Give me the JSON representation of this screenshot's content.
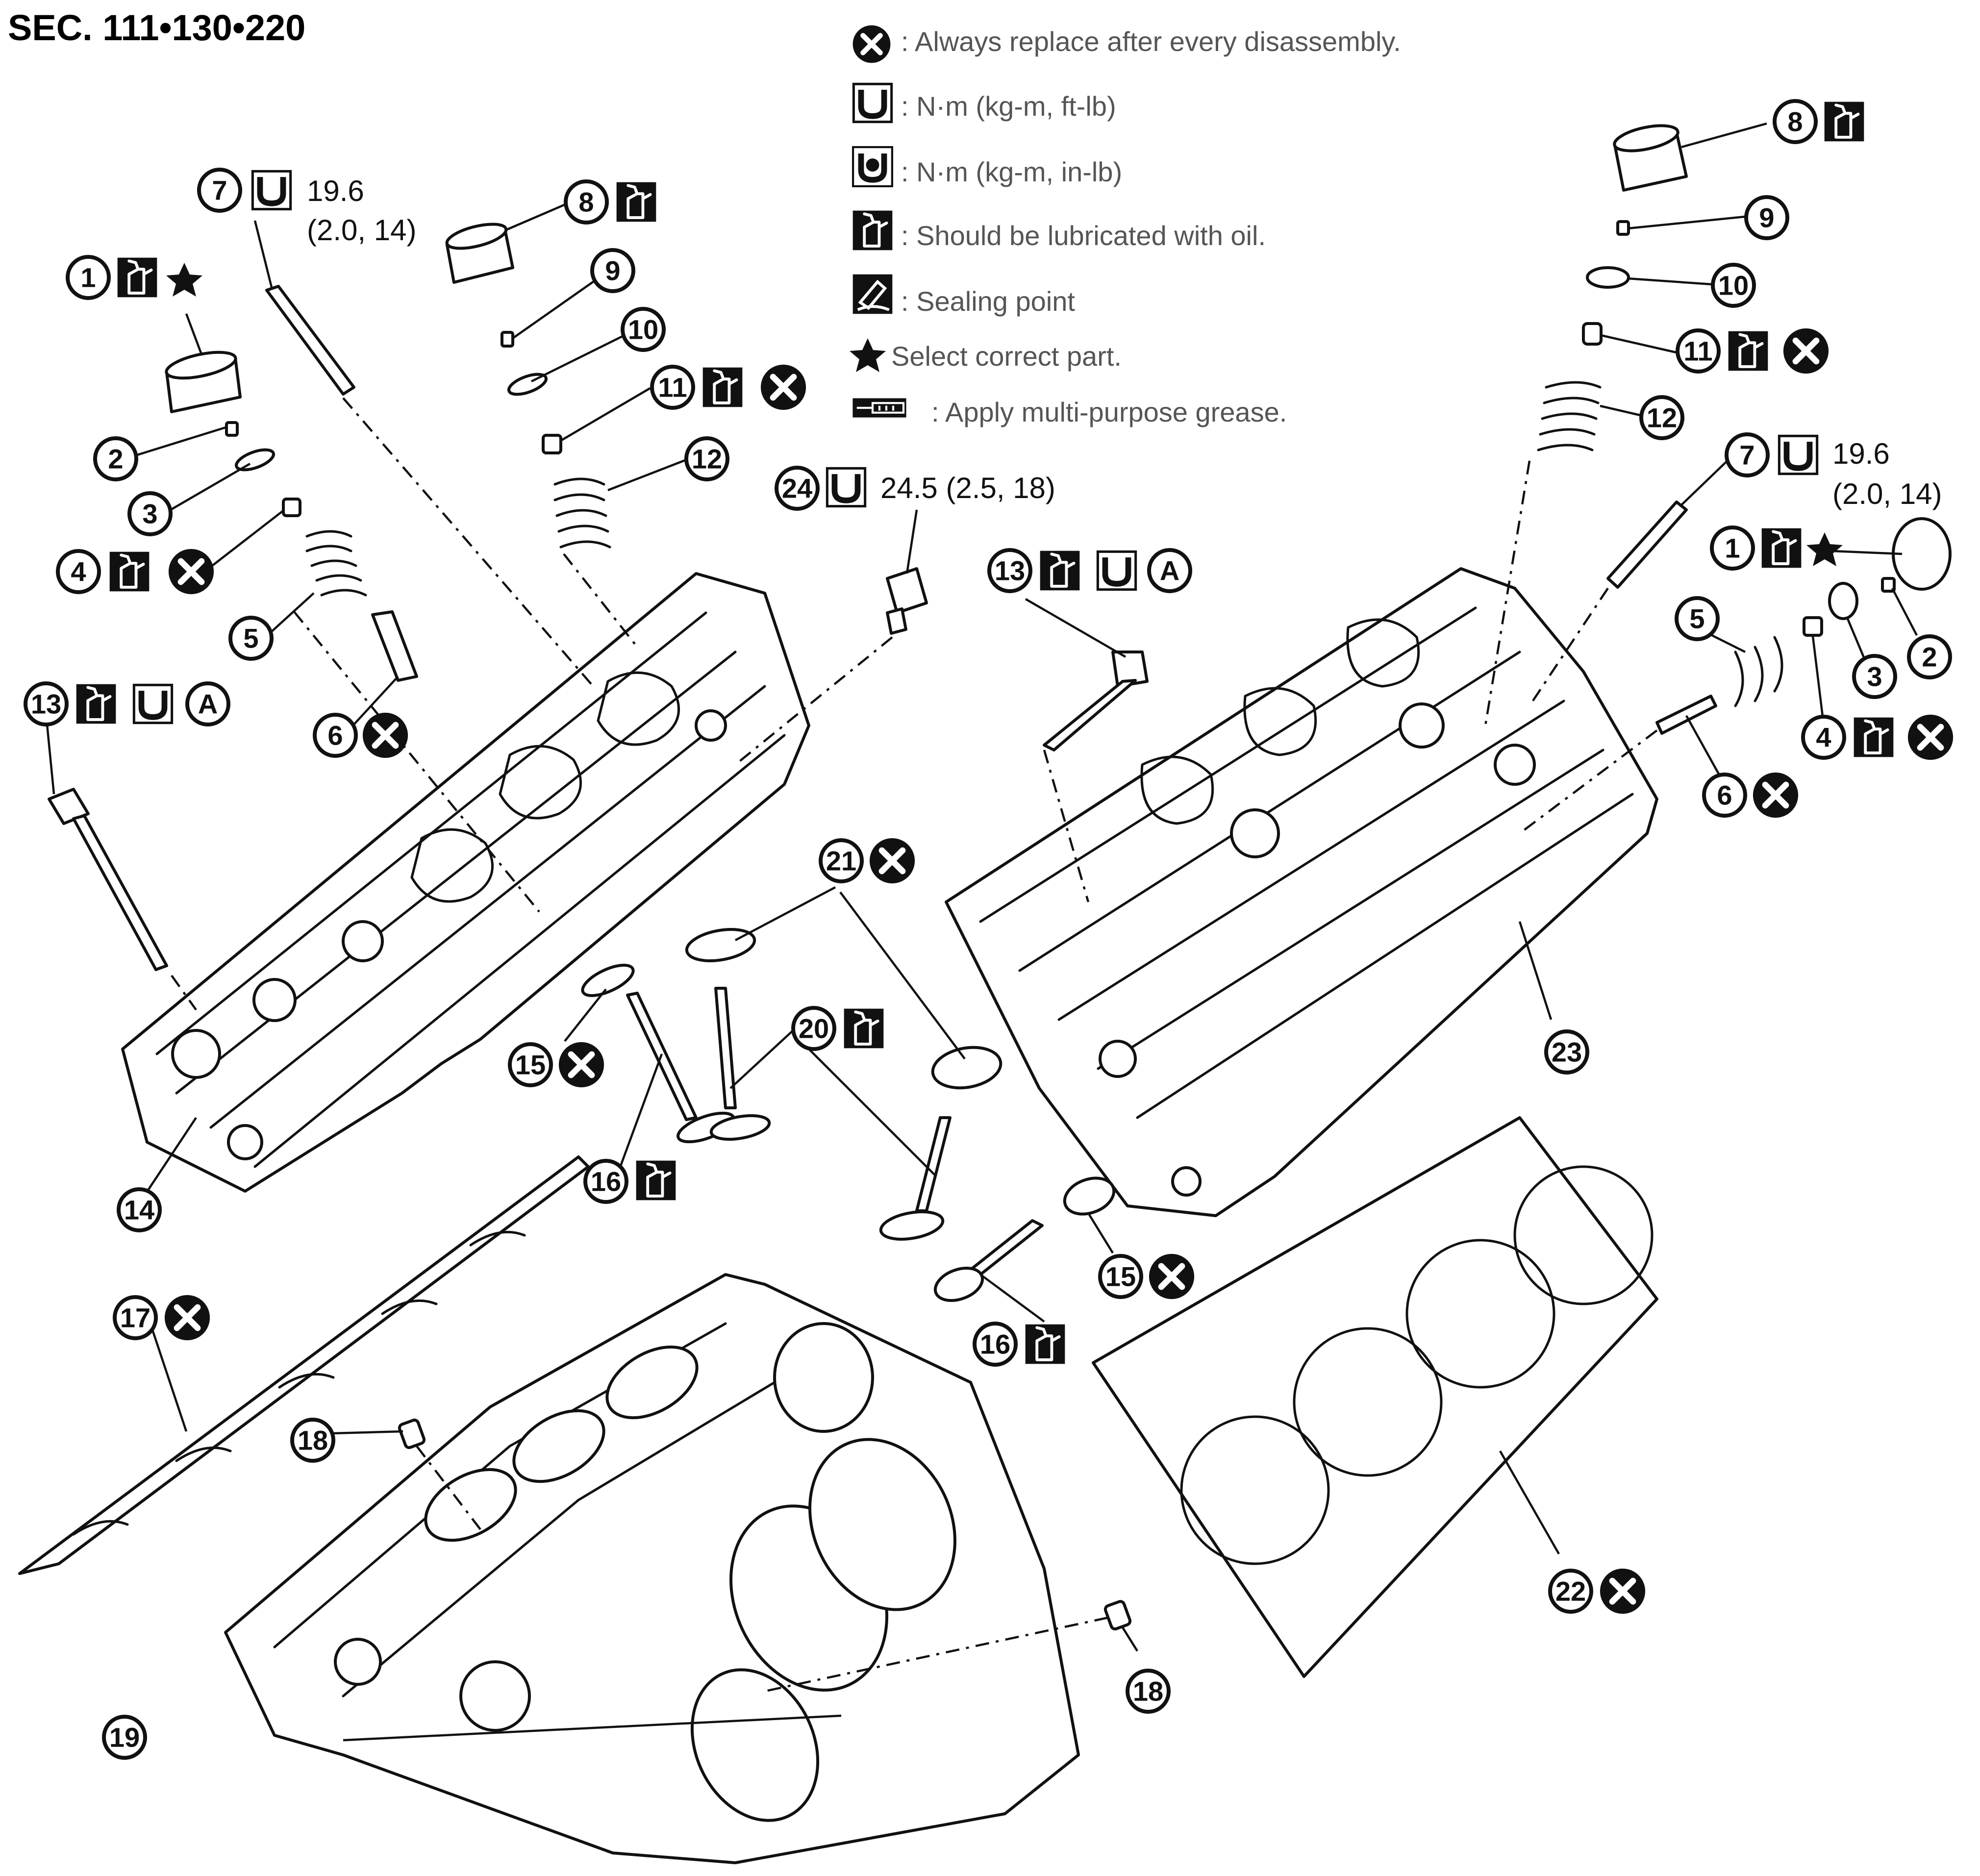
{
  "section_code": "SEC. 111•130•220",
  "legend": [
    {
      "icon": "always-replace-icon",
      "text": ": Always replace after every disassembly."
    },
    {
      "icon": "torque-wrench-icon",
      "text": ": N·m (kg-m, ft-lb)"
    },
    {
      "icon": "torque-wrench-inlb-icon",
      "text": ": N·m (kg-m, in-lb)"
    },
    {
      "icon": "oil-can-icon",
      "text": ": Should be lubricated with oil."
    },
    {
      "icon": "sealing-point-icon",
      "text": ": Sealing point"
    },
    {
      "icon": "star-icon",
      "text": "Select correct part."
    },
    {
      "icon": "grease-icon",
      "text": ": Apply multi-purpose grease."
    }
  ],
  "callouts": {
    "c1": "1",
    "c2": "2",
    "c3": "3",
    "c4": "4",
    "c5": "5",
    "c6": "6",
    "c7": "7",
    "c8": "8",
    "c9": "9",
    "c10": "10",
    "c11": "11",
    "c12": "12",
    "c13": "13",
    "c14": "14",
    "c15": "15",
    "c16": "16",
    "c17": "17",
    "c18": "18",
    "c19": "19",
    "c20": "20",
    "c21": "21",
    "c22": "22",
    "c23": "23",
    "c24": "24",
    "letter_a": "A"
  },
  "torque_specs": {
    "spark_plug_line1": "19.6",
    "spark_plug_line2": "(2.0, 14)",
    "sensor": "24.5 (2.5, 18)"
  },
  "colors": {
    "ink": "#111111",
    "legend_text": "#555555",
    "background": "#ffffff"
  }
}
